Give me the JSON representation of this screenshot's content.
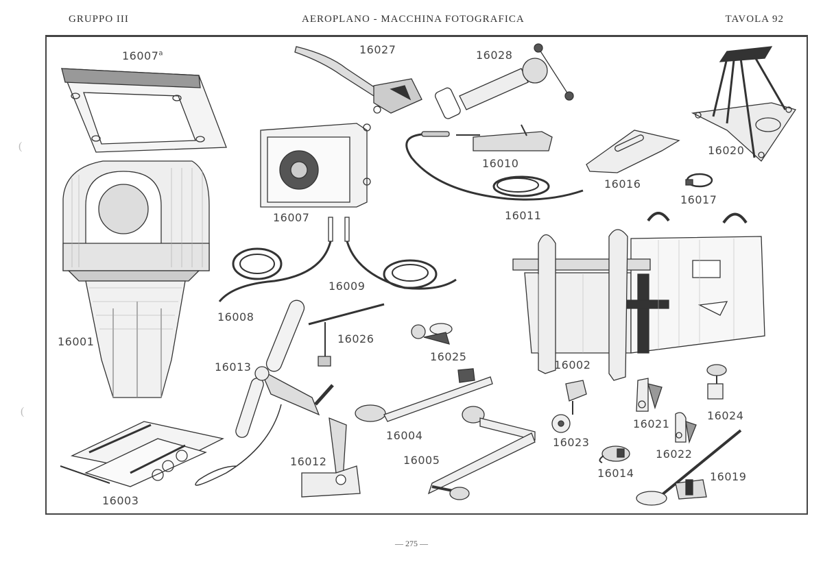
{
  "header": {
    "group": "GRUPPO III",
    "title": "AEROPLANO - MACCHINA FOTOGRAFICA",
    "plate": "TAVOLA 92"
  },
  "parts": [
    {
      "id": "16007a",
      "number": "16007",
      "suffix": "a",
      "depicts": "frame"
    },
    {
      "id": "16027",
      "number": "16027",
      "depicts": "lever"
    },
    {
      "id": "16028",
      "number": "16028",
      "depicts": "tensioner"
    },
    {
      "id": "16020",
      "number": "16020",
      "depicts": "tripod-mount"
    },
    {
      "id": "16007",
      "number": "16007",
      "depicts": "control-box"
    },
    {
      "id": "16010",
      "number": "16010",
      "depicts": "slide"
    },
    {
      "id": "16016",
      "number": "16016",
      "depicts": "plate"
    },
    {
      "id": "16017",
      "number": "16017",
      "depicts": "clamp-ring"
    },
    {
      "id": "16011",
      "number": "16011",
      "depicts": "flexible-cable"
    },
    {
      "id": "16001",
      "number": "16001",
      "depicts": "camera-body"
    },
    {
      "id": "16008",
      "number": "16008",
      "depicts": "flexible-cable"
    },
    {
      "id": "16009",
      "number": "16009",
      "depicts": "flexible-cable"
    },
    {
      "id": "16026",
      "number": "16026",
      "depicts": "t-rod"
    },
    {
      "id": "16025",
      "number": "16025",
      "depicts": "clamp"
    },
    {
      "id": "16002",
      "number": "16002",
      "depicts": "camera-cradle"
    },
    {
      "id": "16013",
      "number": "16013",
      "depicts": "wind-propeller"
    },
    {
      "id": "16004",
      "number": "16004",
      "depicts": "bracket-arm"
    },
    {
      "id": "16005",
      "number": "16005",
      "depicts": "bracket-arm"
    },
    {
      "id": "16023",
      "number": "16023",
      "depicts": "pulley"
    },
    {
      "id": "16021",
      "number": "16021",
      "depicts": "hinge"
    },
    {
      "id": "16024",
      "number": "16024",
      "depicts": "pulley-bracket"
    },
    {
      "id": "16022",
      "number": "16022",
      "depicts": "hinge"
    },
    {
      "id": "16014",
      "number": "16014",
      "depicts": "hook-clamp"
    },
    {
      "id": "16019",
      "number": "16019",
      "depicts": "handle-rod"
    },
    {
      "id": "16003",
      "number": "16003",
      "depicts": "slide-plate"
    },
    {
      "id": "16012",
      "number": "16012",
      "depicts": "ratchet-lever"
    }
  ],
  "footer": {
    "page_number": "— 275 —"
  },
  "colors": {
    "ink": "#333333",
    "paper": "#ffffff",
    "label": "#444444"
  }
}
